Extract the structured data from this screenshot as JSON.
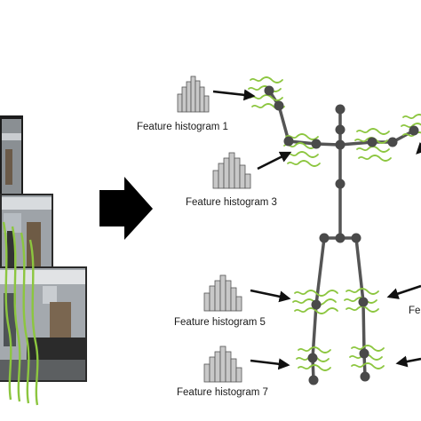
{
  "diagram": {
    "histogram_labels": [
      "Feature histogram 1",
      "Feature histogram 3",
      "Feature histogram 5",
      "Feature histogram 7"
    ],
    "partial_label_right": "Fe",
    "colors": {
      "skeleton_line": "#555555",
      "joint": "#4a4a4a",
      "wave": "#8cc63f",
      "hist_bar": "#c8c8c8",
      "hist_stroke": "#555555",
      "arrow": "#111111"
    }
  }
}
